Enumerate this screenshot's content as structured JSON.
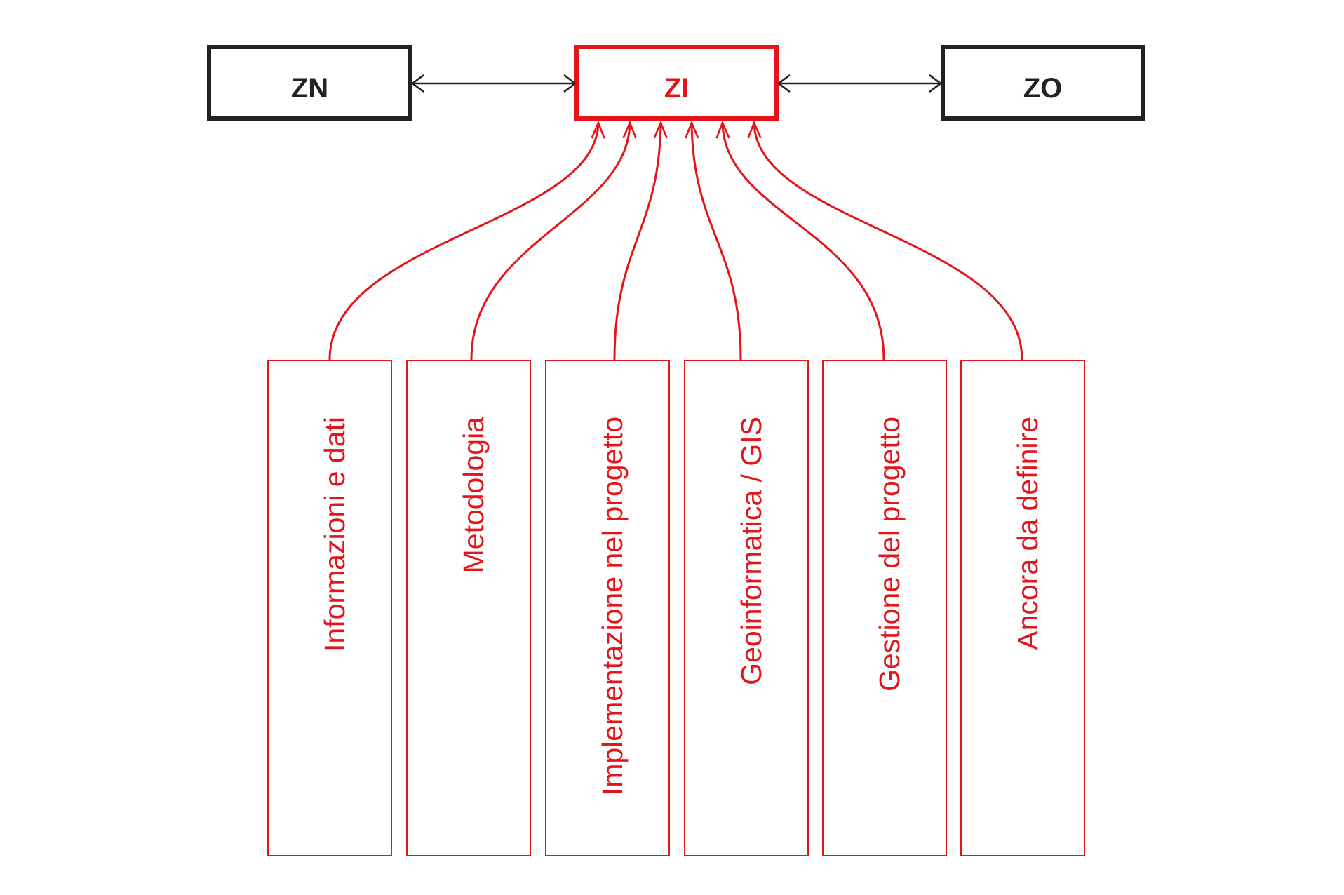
{
  "colors": {
    "accent": "#e3151a",
    "dark": "#222222",
    "background": "#ffffff"
  },
  "top_boxes": {
    "left": "ZN",
    "center": "ZI",
    "right": "ZO"
  },
  "columns": [
    "Informazioni e dati",
    "Metodologia",
    "Implementazione nel progetto",
    "Geoinformatica / GIS",
    "Gestione del progetto",
    "Ancora da definire"
  ]
}
